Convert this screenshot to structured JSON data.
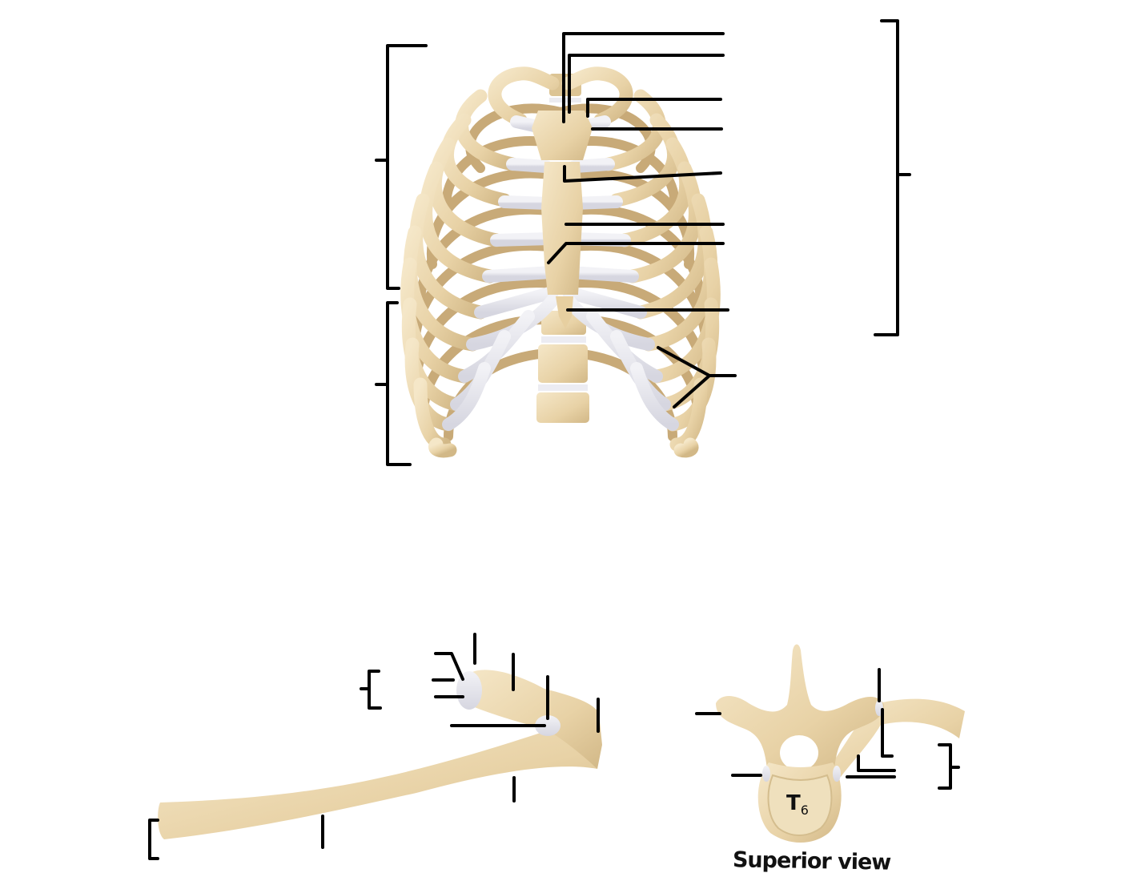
{
  "figure": {
    "title": "",
    "panels": [
      {
        "id": "thoracic-cage",
        "view": "anterior",
        "label_count": 12
      },
      {
        "id": "rib",
        "view": "posterior",
        "label_count": 11
      },
      {
        "id": "vertebra-rib-articulation",
        "view": "superior",
        "label_count": 6
      }
    ]
  },
  "vertebra": {
    "level_letter": "T",
    "level_number": "6",
    "caption": "Superior view"
  },
  "colors": {
    "bone": "#e9d4a8",
    "bone_shadow": "#c9ad7c",
    "bone_highlight": "#f4e6c6",
    "cartilage": "#e4e4ec",
    "leader_line": "#000000",
    "background": "#ffffff"
  },
  "labels": {
    "cage_left_upper_bracket": "",
    "cage_left_lower_bracket": "",
    "cage_right_bracket": "",
    "jugular_notch": "",
    "clavicular_notch": "",
    "manubrium": "",
    "first_costal": "",
    "sternal_angle": "",
    "body_of_sternum": "",
    "costal_cartilage": "",
    "xiphoid_process": "",
    "costal_margin": ""
  }
}
